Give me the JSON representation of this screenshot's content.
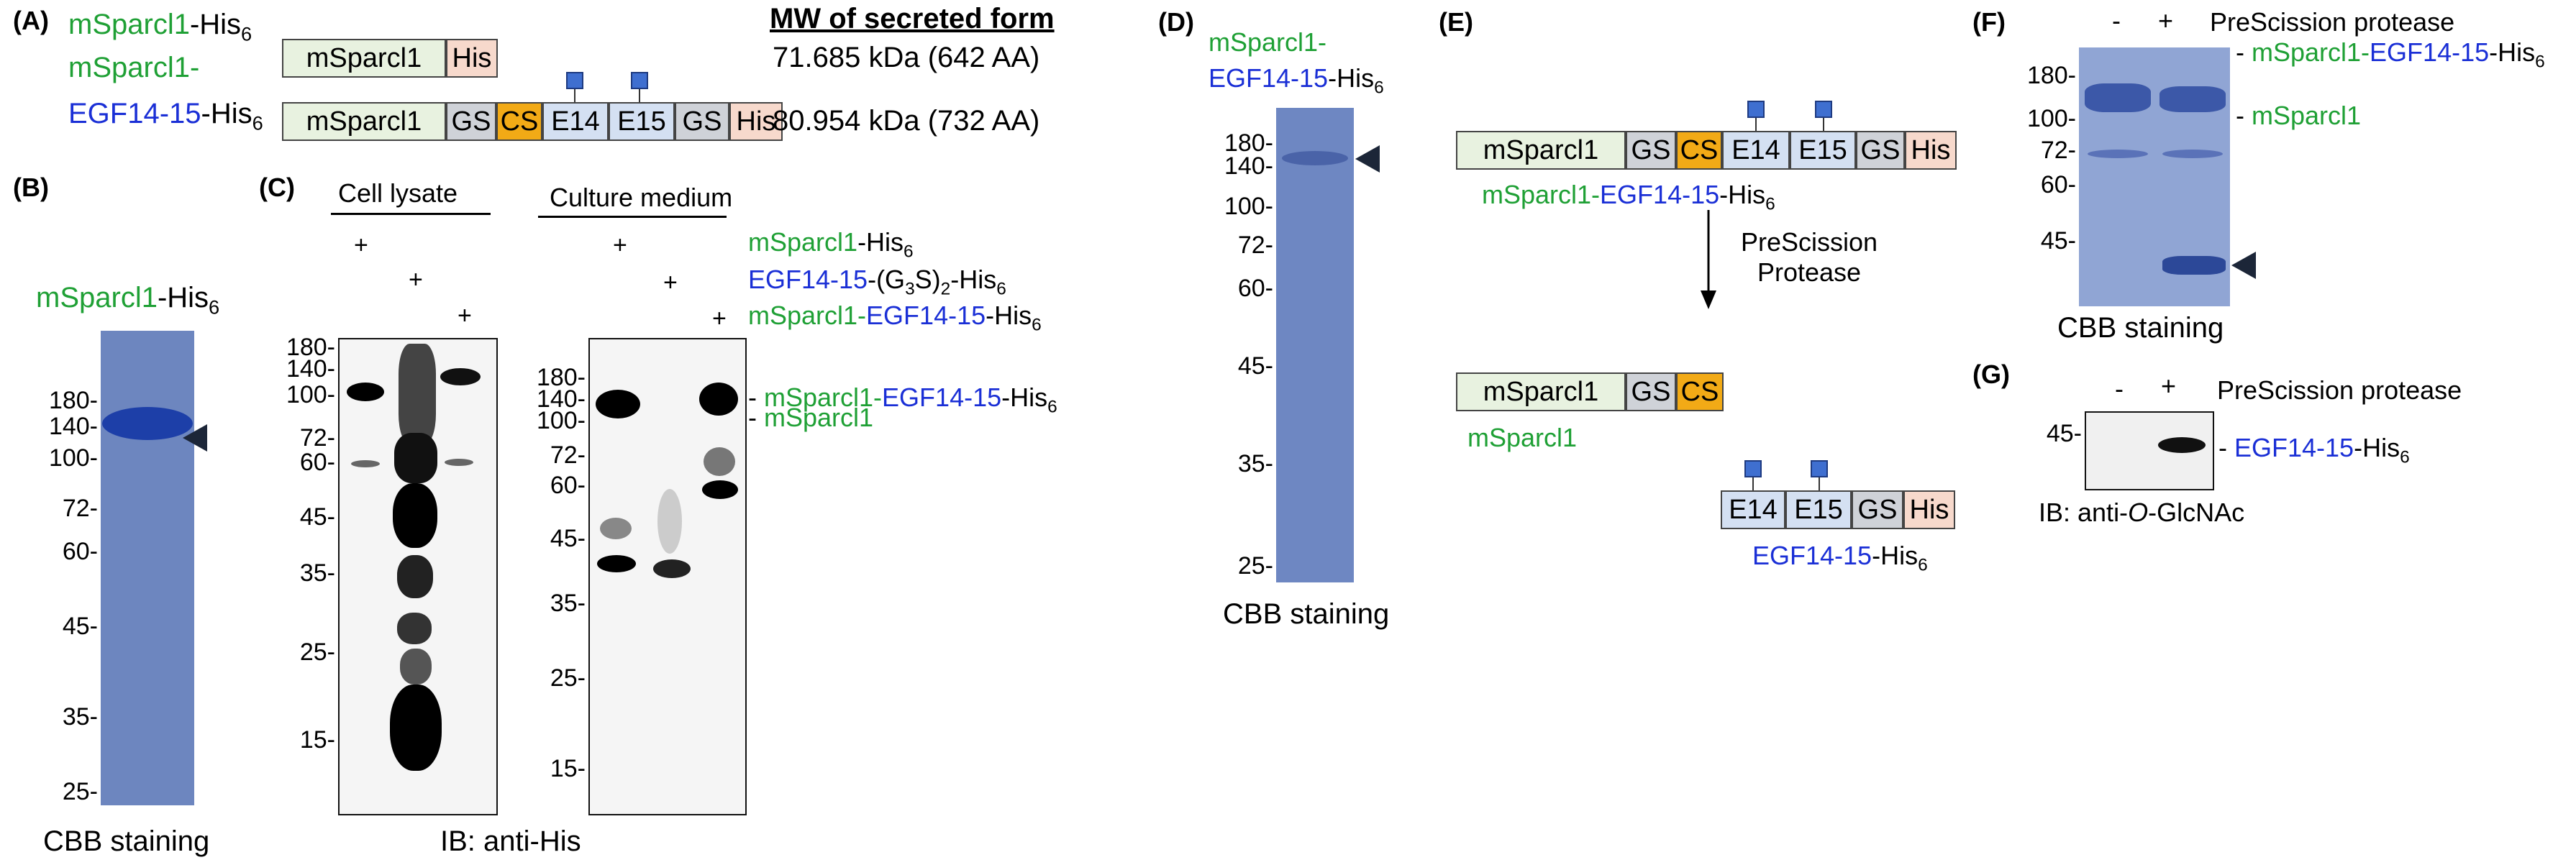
{
  "panel_labels": {
    "A": "(A)",
    "B": "(B)",
    "C": "(C)",
    "D": "(D)",
    "E": "(E)",
    "F": "(F)",
    "G": "(G)"
  },
  "panelA": {
    "row1_name_green": "mSparcl1",
    "row1_name_tail": "-His",
    "row1_sub": "6",
    "row2_name_green": "mSparcl1-",
    "row2_name_blue": "EGF14-15",
    "row2_name_tail": "-His",
    "row2_sub": "6",
    "mw_header": "MW of secreted form",
    "mw1_value": "71.685",
    "mw1_rest": " kDa (642 AA)",
    "mw2_value": "80.954",
    "mw2_rest": " kDa (732 AA)",
    "seg_msparcl1": "mSparcl1",
    "seg_his": "His",
    "seg_gs": "GS",
    "seg_cs": "CS",
    "seg_e14": "E14",
    "seg_e15": "E15"
  },
  "panelB": {
    "title_green": "mSparcl1",
    "title_tail": "-His",
    "title_sub": "6",
    "markers": [
      "180-",
      "140-",
      "100-",
      "72-",
      "60-",
      "45-",
      "35-",
      "25-"
    ],
    "caption": "CBB staining"
  },
  "panelC": {
    "header_lysate": "Cell lysate",
    "header_medium": "Culture medium",
    "legend1_green": "mSparcl1",
    "legend1_tail": "-His",
    "legend1_sub": "6",
    "legend2_blue": "EGF14-15",
    "legend2_mid": "-(G",
    "legend2_sub1": "3",
    "legend2_mid2": "S)",
    "legend2_sub2": "2",
    "legend2_tail": "-His",
    "legend2_sub3": "6",
    "legend3_green": "mSparcl1-",
    "legend3_blue": "EGF14-15",
    "legend3_tail": "-His",
    "legend3_sub": "6",
    "plus": "+",
    "markers_lysate": [
      "180-",
      "140-",
      "100-",
      "72-",
      "60-",
      "45-",
      "35-",
      "25-",
      "15-"
    ],
    "markers_medium": [
      "180-",
      "140-",
      "100-",
      "72-",
      "60-",
      "45-",
      "35-",
      "25-",
      "15-"
    ],
    "band1_green": "mSparcl1-",
    "band1_blue": "EGF14-15",
    "band1_tail": "-His",
    "band1_sub": "6",
    "band2_green": "mSparcl1",
    "caption": "IB: anti-His"
  },
  "panelD": {
    "title_green": "mSparcl1-",
    "title_blue": "EGF14-15",
    "title_tail": "-His",
    "title_sub": "6",
    "markers": [
      "180-",
      "140-",
      "100-",
      "72-",
      "60-",
      "45-",
      "35-",
      "25-"
    ],
    "caption": "CBB staining"
  },
  "panelE": {
    "top_label_green": "mSparcl1-",
    "top_label_blue": "EGF14-15",
    "top_label_tail": "-His",
    "top_label_sub": "6",
    "protease_line1": "PreScission",
    "protease_line2": "Protease",
    "product1_label": "mSparcl1",
    "product2_label_blue": "EGF14-15",
    "product2_label_tail": "-His",
    "product2_sub": "6"
  },
  "panelF": {
    "minus": "-",
    "plus": "+",
    "protease": "PreScission protease",
    "markers": [
      "180-",
      "100-",
      "72-",
      "60-",
      "45-"
    ],
    "band1_green": "mSparcl1-",
    "band1_blue": "EGF14-15",
    "band1_tail": "-His",
    "band1_sub": "6",
    "band2_green": "mSparcl1",
    "caption": "CBB staining"
  },
  "panelG": {
    "minus": "-",
    "plus": "+",
    "protease": "PreScission protease",
    "marker": "45-",
    "band_blue": "EGF14-15",
    "band_tail": "-His",
    "band_sub": "6",
    "caption_pre": "IB: anti-",
    "caption_italic": "O",
    "caption_post": "-GlcNAc"
  },
  "colors": {
    "green": "#1fa035",
    "blue": "#1a2fd6",
    "gel": "#6d86bf",
    "cs": "#f2aa16",
    "his": "#f7d9cc",
    "msparcl1": "#e8f2e0",
    "egf": "#d4e0f2",
    "gs": "#cfd2d8"
  }
}
